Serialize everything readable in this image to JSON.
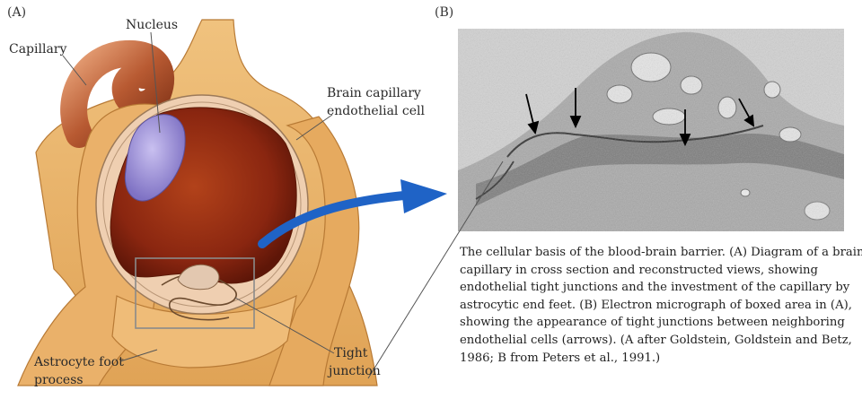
{
  "panel_a": {
    "letter": "(A)",
    "labels": {
      "capillary": "Capillary",
      "nucleus": "Nucleus",
      "endothelial_line1": "Brain capillary",
      "endothelial_line2": "endothelial cell",
      "astrocyte_line1": "Astrocyte foot",
      "astrocyte_line2": "process",
      "tight_line1": "Tight",
      "tight_line2": "junction"
    }
  },
  "panel_b": {
    "letter": "(B)"
  },
  "caption": {
    "lines": [
      "The cellular basis of the blood-brain barrier. (A) Diagram of a brain",
      "capillary in cross section and reconstructed views, showing",
      "endothelial tight junctions and the investment of the capillary by",
      "astrocytic end feet. (B) Electron micrograph of boxed area in (A),",
      "showing the appearance of tight junctions between neighboring",
      "endothelial cells (arrows). (A after Goldstein, Goldstein and Betz,",
      "1986; B from Peters et al., 1991.)"
    ]
  },
  "colors": {
    "astrocyte": "#e8b26a",
    "astrocyte_dark": "#c8893e",
    "endothelium": "#edc9a8",
    "lumen": "#8e2a10",
    "nucleus": "#9a8fd6",
    "arrow": "#1f63c6",
    "micrograph_bg": "#cfcfcf"
  }
}
